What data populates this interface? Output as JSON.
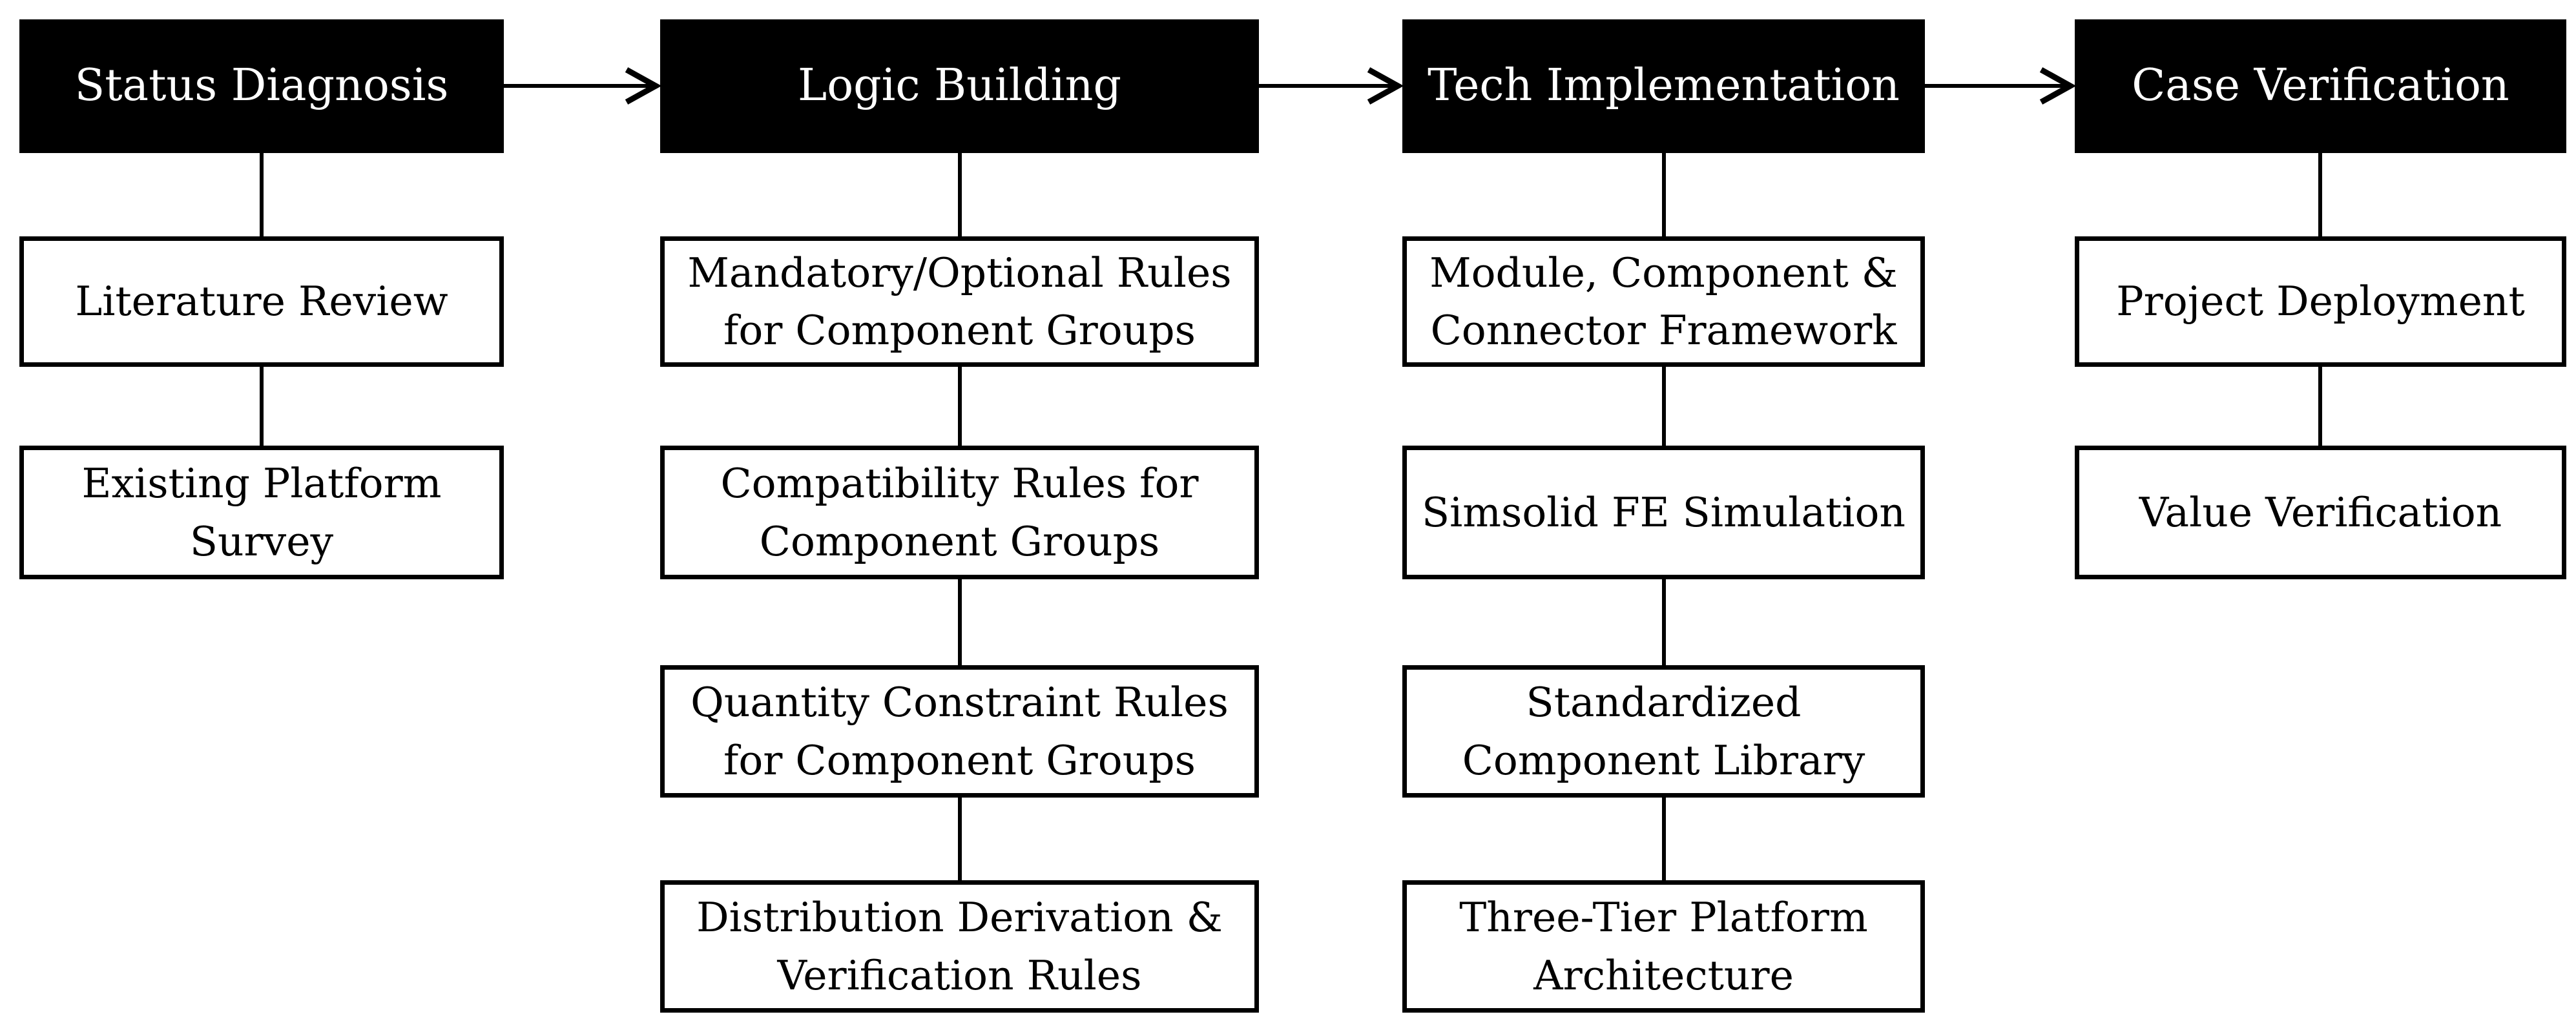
{
  "colors": {
    "ink": "#000000",
    "paper": "#ffffff",
    "header_bg": "#000000",
    "header_text": "#ffffff"
  },
  "flowchart": {
    "stages": [
      {
        "header": "Status Diagnosis",
        "steps": [
          "Literature Review",
          "Existing Platform\nSurvey"
        ]
      },
      {
        "header": "Logic Building",
        "steps": [
          "Mandatory/Optional Rules\nfor Component Groups",
          "Compatibility Rules for\nComponent Groups",
          "Quantity Constraint Rules\nfor Component Groups",
          "Distribution Derivation &\nVerification Rules"
        ]
      },
      {
        "header": "Tech Implementation",
        "steps": [
          "Module, Component &\nConnector Framework",
          "Simsolid FE Simulation",
          "Standardized\nComponent Library",
          "Three-Tier Platform\nArchitecture"
        ]
      },
      {
        "header": "Case Verification",
        "steps": [
          "Project Deployment",
          "Value Verification"
        ]
      }
    ]
  }
}
